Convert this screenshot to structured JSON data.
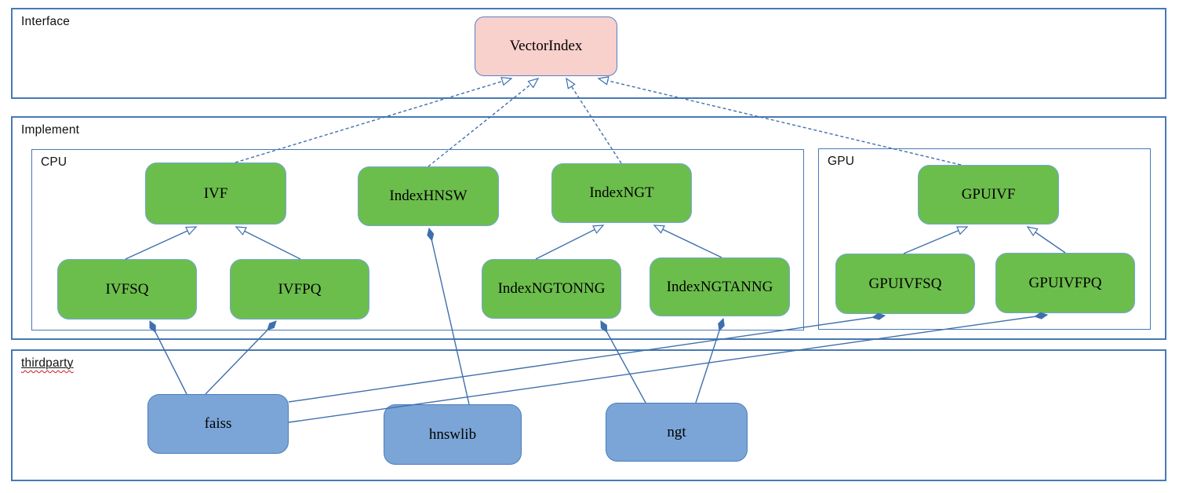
{
  "containers": {
    "interface": {
      "label": "Interface"
    },
    "implement": {
      "label": "Implement"
    },
    "cpu": {
      "label": "CPU"
    },
    "gpu": {
      "label": "GPU"
    },
    "thirdparty": {
      "label": "thirdparty"
    }
  },
  "nodes": {
    "vector_index": {
      "label": "VectorIndex",
      "kind": "interface"
    },
    "ivf": {
      "label": "IVF",
      "kind": "cpu-implementation"
    },
    "index_hnsw": {
      "label": "IndexHNSW",
      "kind": "cpu-implementation"
    },
    "index_ngt": {
      "label": "IndexNGT",
      "kind": "cpu-implementation"
    },
    "ivfsq": {
      "label": "IVFSQ",
      "kind": "cpu-implementation"
    },
    "ivfpq": {
      "label": "IVFPQ",
      "kind": "cpu-implementation"
    },
    "index_ngtonng": {
      "label": "IndexNGTONNG",
      "kind": "cpu-implementation"
    },
    "index_ngtanng": {
      "label": "IndexNGTANNG",
      "kind": "cpu-implementation"
    },
    "gpuivf": {
      "label": "GPUIVF",
      "kind": "gpu-implementation"
    },
    "gpuivfsq": {
      "label": "GPUIVFSQ",
      "kind": "gpu-implementation"
    },
    "gpuivfpq": {
      "label": "GPUIVFPQ",
      "kind": "gpu-implementation"
    },
    "faiss": {
      "label": "faiss",
      "kind": "thirdparty-library"
    },
    "hnswlib": {
      "label": "hnswlib",
      "kind": "thirdparty-library"
    },
    "ngt": {
      "label": "ngt",
      "kind": "thirdparty-library"
    }
  },
  "edges": [
    {
      "from": "IVF",
      "to": "VectorIndex",
      "relation": "realizes",
      "style": "dashed-open-arrow"
    },
    {
      "from": "IndexHNSW",
      "to": "VectorIndex",
      "relation": "realizes",
      "style": "dashed-open-arrow"
    },
    {
      "from": "IndexNGT",
      "to": "VectorIndex",
      "relation": "realizes",
      "style": "dashed-open-arrow"
    },
    {
      "from": "GPUIVF",
      "to": "VectorIndex",
      "relation": "realizes",
      "style": "dashed-open-arrow"
    },
    {
      "from": "IVFSQ",
      "to": "IVF",
      "relation": "inherits",
      "style": "solid-open-arrow"
    },
    {
      "from": "IVFPQ",
      "to": "IVF",
      "relation": "inherits",
      "style": "solid-open-arrow"
    },
    {
      "from": "IndexNGTONNG",
      "to": "IndexNGT",
      "relation": "inherits",
      "style": "solid-open-arrow"
    },
    {
      "from": "IndexNGTANNG",
      "to": "IndexNGT",
      "relation": "inherits",
      "style": "solid-open-arrow"
    },
    {
      "from": "GPUIVFSQ",
      "to": "GPUIVF",
      "relation": "inherits",
      "style": "solid-open-arrow"
    },
    {
      "from": "GPUIVFPQ",
      "to": "GPUIVF",
      "relation": "inherits",
      "style": "solid-open-arrow"
    },
    {
      "from": "faiss",
      "to": "IVFSQ",
      "relation": "composed-into",
      "style": "solid-filled-diamond"
    },
    {
      "from": "faiss",
      "to": "IVFPQ",
      "relation": "composed-into",
      "style": "solid-filled-diamond"
    },
    {
      "from": "faiss",
      "to": "GPUIVFSQ",
      "relation": "composed-into",
      "style": "solid-filled-diamond"
    },
    {
      "from": "faiss",
      "to": "GPUIVFPQ",
      "relation": "composed-into",
      "style": "solid-filled-diamond"
    },
    {
      "from": "hnswlib",
      "to": "IndexHNSW",
      "relation": "composed-into",
      "style": "solid-filled-diamond"
    },
    {
      "from": "ngt",
      "to": "IndexNGTONNG",
      "relation": "composed-into",
      "style": "solid-filled-diamond"
    },
    {
      "from": "ngt",
      "to": "IndexNGTANNG",
      "relation": "composed-into",
      "style": "solid-filled-diamond"
    }
  ],
  "colors": {
    "interface_node_fill": "#f8d0cc",
    "implement_node_fill": "#6cbe4c",
    "thirdparty_node_fill": "#7ba5d6",
    "connector_blue": "#3f6fad",
    "container_border_blue": "#4779b5",
    "spellcheck_underline_red": "#cc1a1a"
  }
}
